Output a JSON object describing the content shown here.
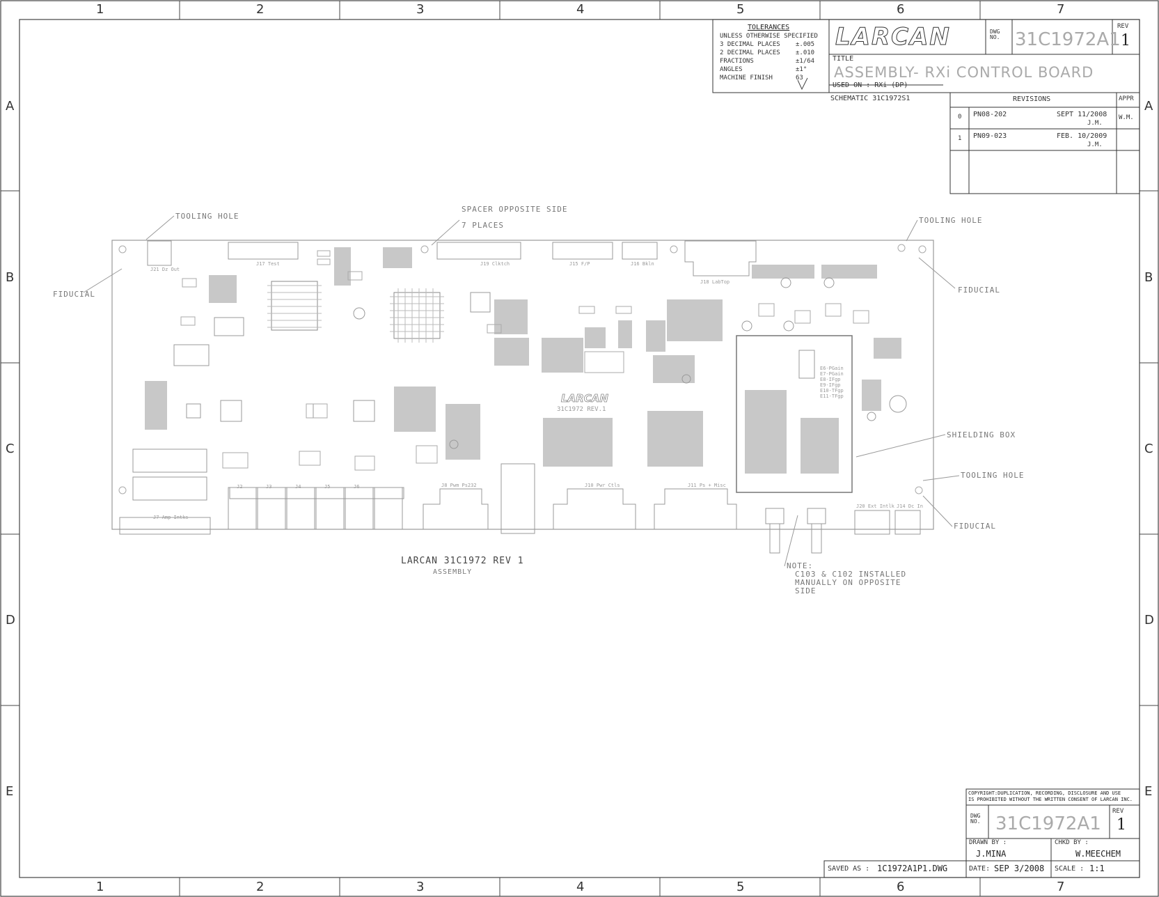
{
  "zones": {
    "columns": [
      "1",
      "2",
      "3",
      "4",
      "5",
      "6",
      "7"
    ],
    "rows": [
      "A",
      "B",
      "C",
      "D",
      "E"
    ]
  },
  "tolerances": {
    "title": "TOLERANCES",
    "lines": [
      {
        "label": "UNLESS OTHERWISE SPECIFIED",
        "value": ""
      },
      {
        "label": "3 DECIMAL PLACES",
        "value": "±.005"
      },
      {
        "label": "2 DECIMAL PLACES",
        "value": "±.010"
      },
      {
        "label": "FRACTIONS",
        "value": "±1/64"
      },
      {
        "label": "ANGLES",
        "value": "±1°"
      },
      {
        "label": "MACHINE FINISH",
        "value": "63"
      }
    ]
  },
  "title_block": {
    "logo": "LARCAN",
    "dwg_no_label": "DWG NO.",
    "dwg_no": "31C1972A1",
    "rev_label": "REV",
    "rev": "1",
    "title_label": "TITLE",
    "title": "ASSEMBLY- RXi CONTROL BOARD",
    "used_on": "USED ON : RXi (DP)",
    "schematic": "SCHEMATIC 31C1972S1"
  },
  "revisions": {
    "header": "REVISIONS",
    "appr_header": "APPR",
    "rows": [
      {
        "rev": "0",
        "pn": "PN08-202",
        "date": "SEPT 11/2008",
        "by": "J.M.",
        "appr": "W.M."
      },
      {
        "rev": "1",
        "pn": "PN09-023",
        "date": "FEB. 10/2009",
        "by": "J.M.",
        "appr": ""
      }
    ]
  },
  "board": {
    "logo": "LARCAN",
    "part": "31C1972 REV.1",
    "connectors_top": [
      "J21 Dz Out",
      "J17 Test",
      "J19 Clktch",
      "J15 F/P",
      "J16 Bkln",
      "J18 LabTop"
    ],
    "connectors_bottom": [
      "J7 Amp Intks",
      "J2",
      "J3",
      "J4",
      "J5",
      "J6",
      "J8 Pwm Ps232",
      "J10 Pwr Ctls",
      "J11 Ps + Misc",
      "J20 Ext Intlk",
      "J14 Dc In"
    ],
    "shield_labels": [
      "E6-PGain",
      "E7-PGain",
      "E8-IFgp",
      "E9-IFgp",
      "E10-TFgp",
      "E11-TFgp"
    ]
  },
  "annotations": {
    "tooling_hole_left": "TOOLING HOLE",
    "tooling_hole_right": "TOOLING HOLE",
    "tooling_hole_mid": "TOOLING HOLE",
    "spacer": "SPACER OPPOSITE SIDE",
    "spacer_places": "7 PLACES",
    "fiducial_left": "FIDUCIAL",
    "fiducial_right": "FIDUCIAL",
    "fiducial_bottom": "FIDUCIAL",
    "shielding_box": "SHIELDING BOX",
    "note_title": "NOTE:",
    "note_lines": [
      "C103 & C102 INSTALLED",
      "MANUALLY ON OPPOSITE",
      "SIDE"
    ],
    "caption": "LARCAN 31C1972 REV 1",
    "caption_sub": "ASSEMBLY"
  },
  "bottom_block": {
    "copyright_1": "COPYRIGHT:DUPLICATION, RECORDING, DISCLOSURE AND USE",
    "copyright_2": "IS PROHIBITED WITHOUT THE WRITTEN CONSENT OF LARCAN INC.",
    "dwg_no_label": "DWG NO.",
    "dwg_no": "31C1972A1",
    "rev_label": "REV",
    "rev": "1",
    "drawn_by_label": "DRAWN BY :",
    "drawn_by": "J.MINA",
    "chkd_by_label": "CHKD BY :",
    "chkd_by": "W.MEECHEM",
    "saved_as_label": "SAVED AS :",
    "saved_as": "1C1972A1P1.DWG",
    "date_label": "DATE:",
    "date": "SEP 3/2008",
    "scale_label": "SCALE :",
    "scale": "1:1"
  }
}
